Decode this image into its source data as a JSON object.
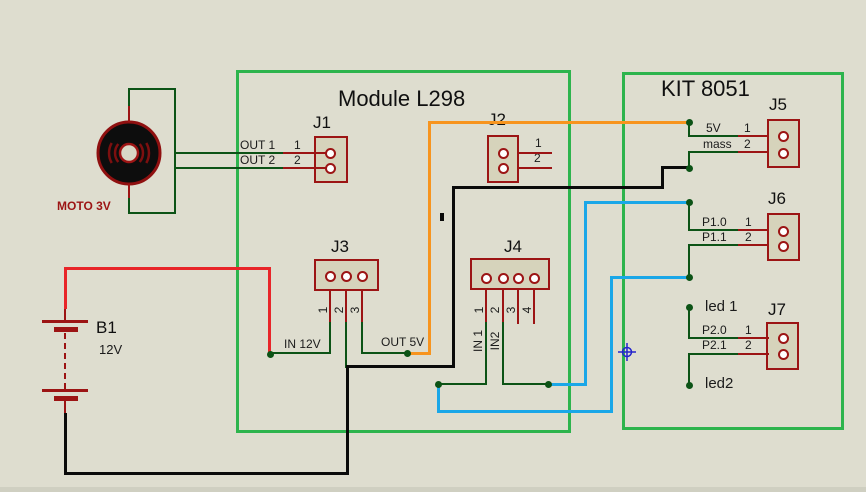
{
  "colors": {
    "background": "#deddcf",
    "module_border_green": "#2db44d",
    "wire_dark_green": "#0c5316",
    "component_dark_red": "#9c1414",
    "component_fill": "#d6d3bb",
    "wire_red": "#e82529",
    "wire_black": "#0a0a0a",
    "wire_orange": "#f7941e",
    "wire_blue": "#1aa7e8",
    "text": "#1b1b1b"
  },
  "modules": {
    "l298": {
      "title": "Module L298"
    },
    "kit8051": {
      "title": "KIT 8051"
    }
  },
  "motor": {
    "label": "MOTO 3V"
  },
  "battery": {
    "ref": "B1",
    "value": "12V"
  },
  "connectors": {
    "j1": {
      "name": "J1",
      "pins": [
        "1",
        "2"
      ]
    },
    "j2": {
      "name": "J2",
      "pins": [
        "1",
        "2"
      ]
    },
    "j3": {
      "name": "J3",
      "pins": [
        "1",
        "2",
        "3"
      ]
    },
    "j4": {
      "name": "J4",
      "pins": [
        "1",
        "2",
        "3",
        "4"
      ]
    },
    "j5": {
      "name": "J5",
      "pins": [
        "1",
        "2"
      ]
    },
    "j6": {
      "name": "J6",
      "pins": [
        "1",
        "2"
      ]
    },
    "j7": {
      "name": "J7",
      "pins": [
        "1",
        "2"
      ]
    }
  },
  "labels": {
    "out1": "OUT 1",
    "out2": "OUT 2",
    "in12v": "IN 12V",
    "out5v": "OUT 5V",
    "in1": "IN 1",
    "in2": "IN2",
    "v5": "5V",
    "mass": "mass",
    "p10": "P1.0",
    "p11": "P1.1",
    "p20": "P2.0",
    "p21": "P2.1",
    "led1": "led 1",
    "led2": "led2"
  }
}
